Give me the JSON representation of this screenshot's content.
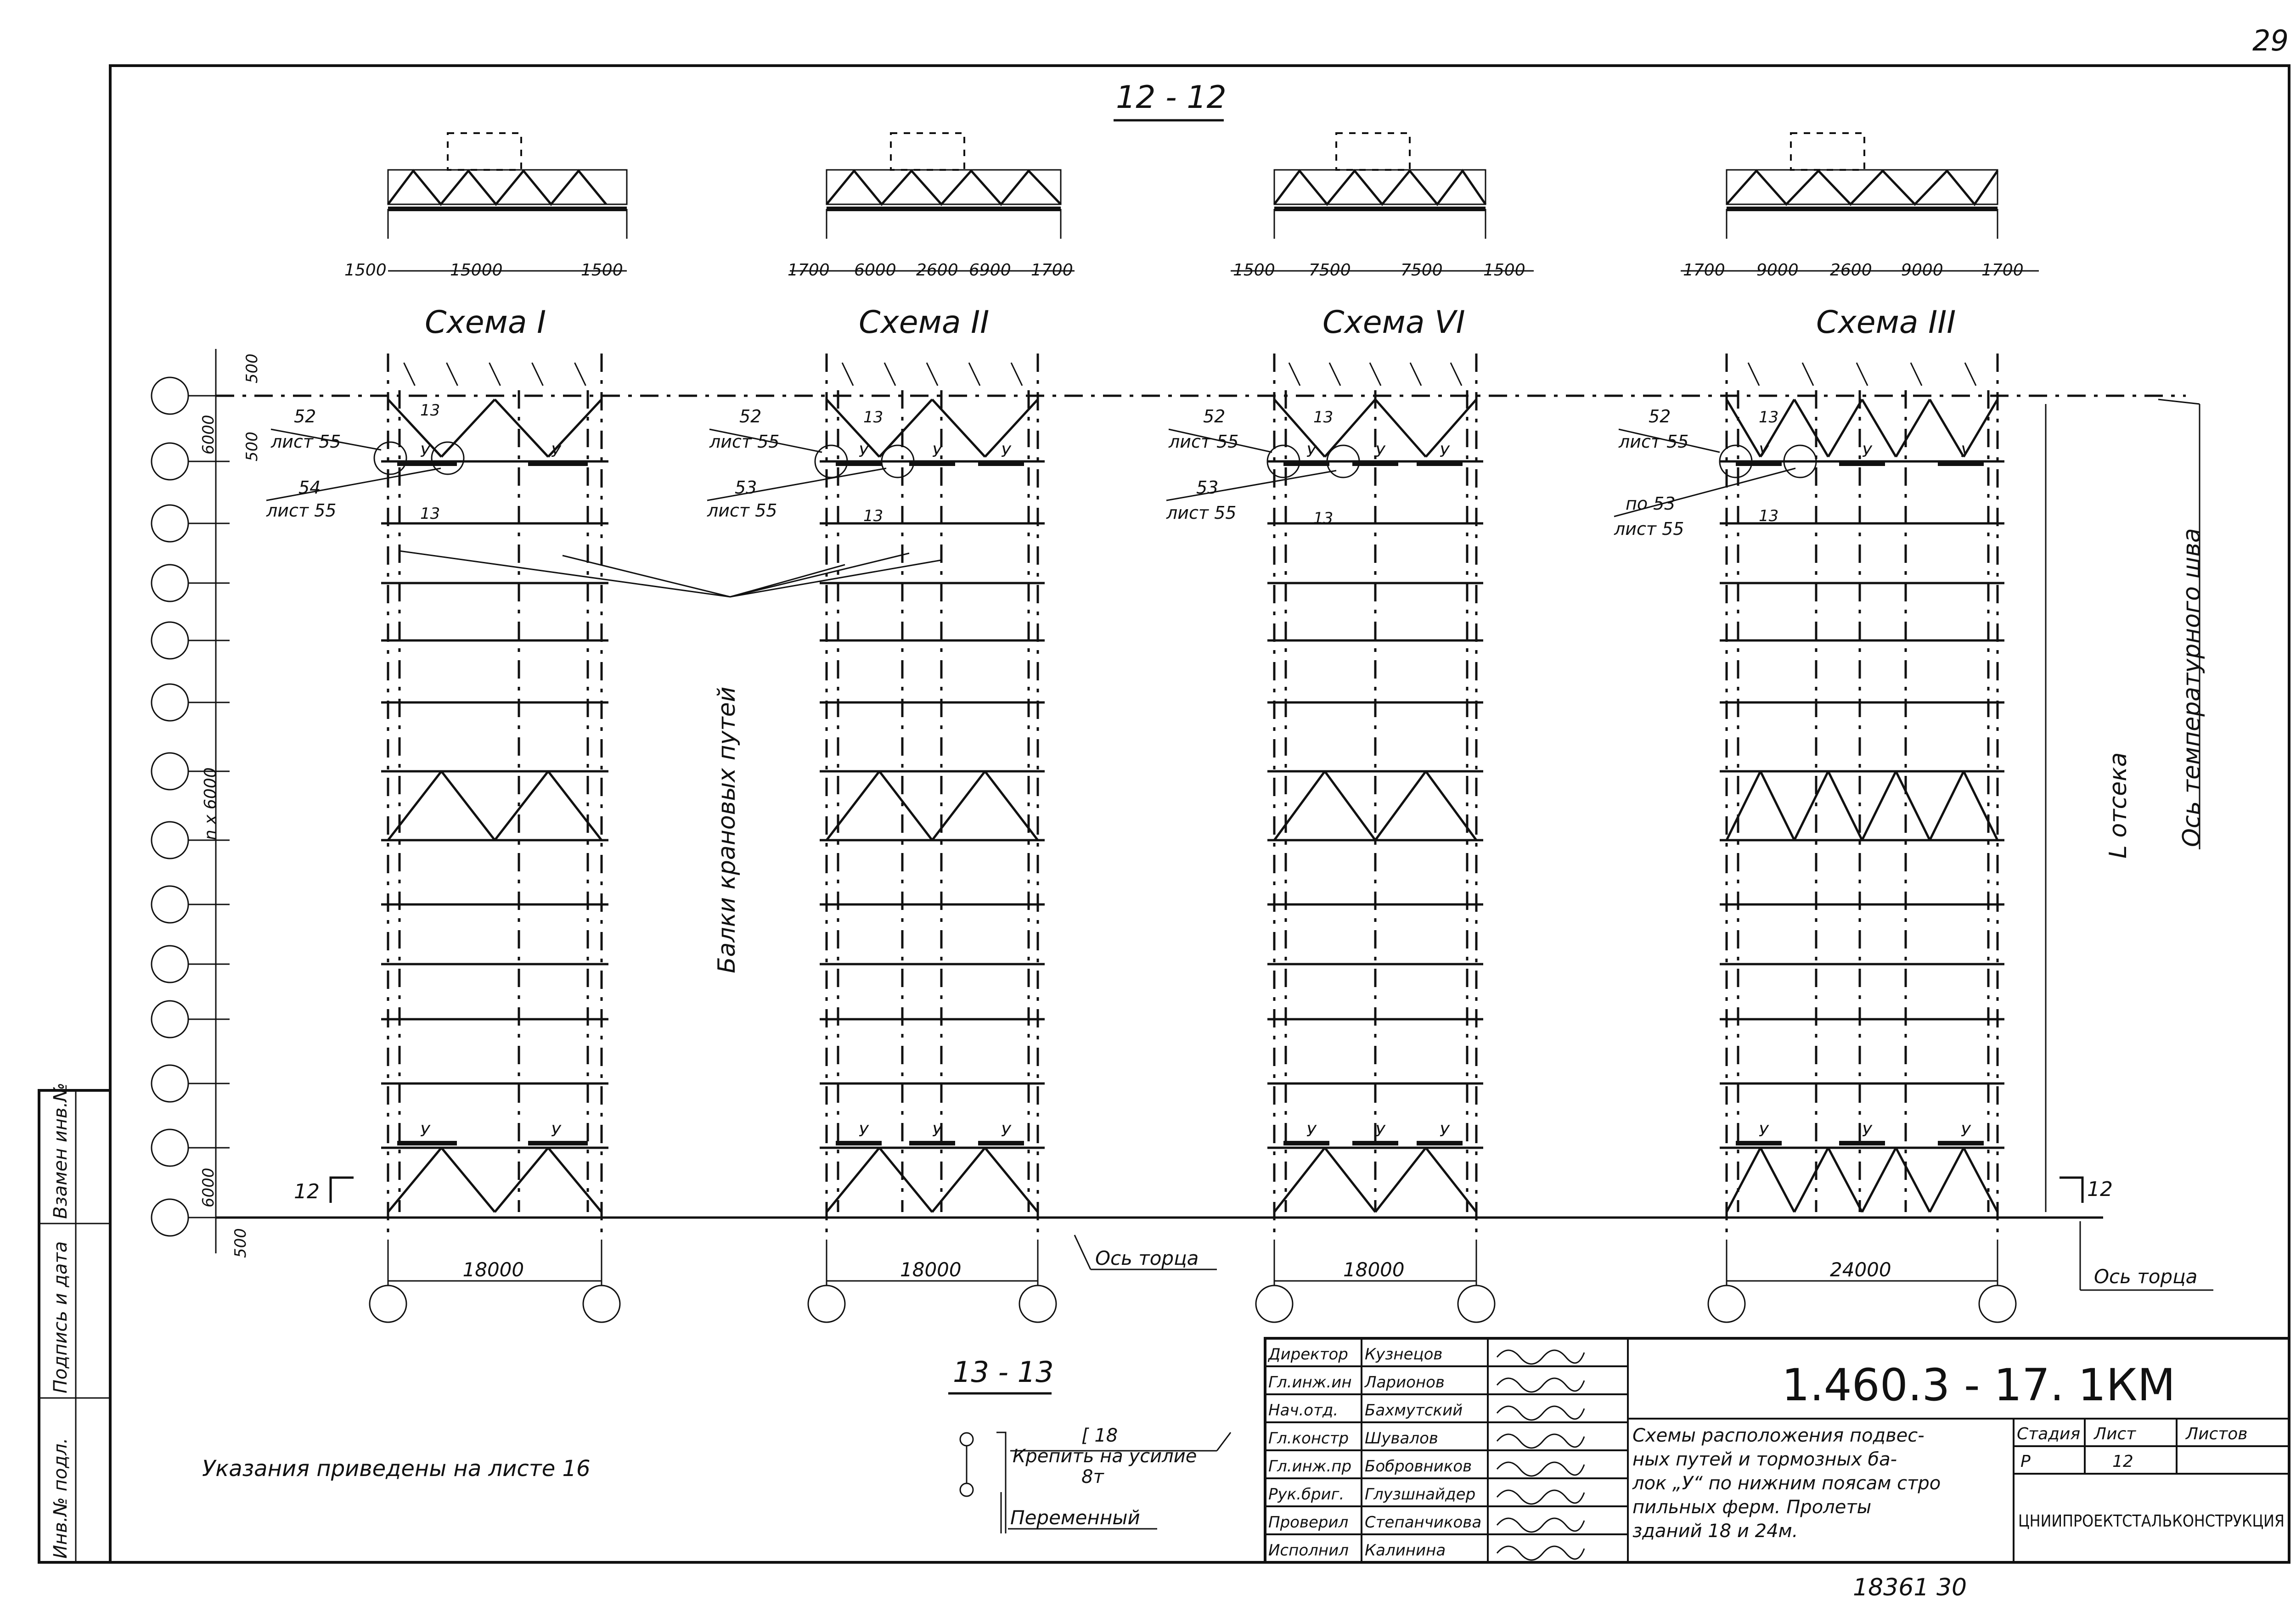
{
  "page_number": "29",
  "section_top": "12 - 12",
  "schemes": [
    {
      "name": "Схема I",
      "dims": [
        "1500",
        "15000",
        "1500"
      ],
      "width_label": "18000"
    },
    {
      "name": "Схема II",
      "dims": [
        "1700",
        "6000",
        "2600",
        "6900",
        "1700"
      ],
      "width_label": "18000"
    },
    {
      "name": "Схема VI",
      "dims": [
        "1500",
        "7500",
        "7500",
        "1500"
      ],
      "width_label": "18000"
    },
    {
      "name": "Схема III",
      "dims": [
        "1700",
        "9000",
        "2600",
        "9000",
        "1700"
      ],
      "width_label": "24000"
    }
  ],
  "callouts": {
    "s1": {
      "top": "52",
      "top_sheet": "лист 55",
      "bottom": "54",
      "bottom_sheet": "лист 55",
      "cut": "13"
    },
    "s2": {
      "top": "52",
      "top_sheet": "лист 55",
      "bottom": "53",
      "bottom_sheet": "лист 55",
      "cut": "13"
    },
    "s3": {
      "top": "52",
      "top_sheet": "лист 55",
      "bottom": "53",
      "bottom_sheet": "лист 55",
      "cut": "13"
    },
    "s4": {
      "top": "52",
      "top_sheet": "лист 55",
      "bottom": "по 53",
      "bottom_sheet": "лист 55",
      "cut": "13"
    }
  },
  "beam_mark": "У",
  "left_dims": {
    "top_500": "500",
    "top_6000": "6000",
    "top_500b": "500",
    "middle": "n x 6000",
    "bottom_6000": "6000",
    "bottom_500": "500"
  },
  "crane_beams_label": "Балки крановых путей",
  "compartment_label": "L отсека",
  "temp_joint_label": "Ось температурного шва",
  "end_axis_label": "Ось торца",
  "section_mark": "12",
  "section_bottom": {
    "title": "13 - 13",
    "profile": "[ 18",
    "force_line1": "Крепить на усилие",
    "force_line2": "8т",
    "variable": "Переменный"
  },
  "note": "Указания   приведены   на   листе  16",
  "side_stamp": [
    "Инв.№ подл.",
    "Подпись и дата",
    "Взамен инв.№"
  ],
  "title_block": {
    "code": "1.460.3 - 17. 1КМ",
    "description": [
      "Схемы расположения подвес-",
      "ных путей и тормозных ба-",
      "лок „У“ по нижним поясам стро",
      "пильных ферм. Пролеты",
      "зданий  18 и 24м."
    ],
    "stage_label": "Стадия",
    "sheet_label": "Лист",
    "sheets_label": "Листов",
    "stage": "Р",
    "sheet": "12",
    "sheets": "",
    "org": "ЦНИИПРОЕКТСТАЛЬКОНСТРУКЦИЯ",
    "staff": [
      {
        "role": "Директор",
        "name": "Кузнецов"
      },
      {
        "role": "Гл.инж.ин",
        "name": "Ларионов"
      },
      {
        "role": "Нач.отд.",
        "name": "Бахмутский"
      },
      {
        "role": "Гл.констр",
        "name": "Шувалов"
      },
      {
        "role": "Гл.инж.пр",
        "name": "Бобровников"
      },
      {
        "role": "Рук.бриг.",
        "name": "Глузшнайдер"
      },
      {
        "role": "Проверил",
        "name": "Степанчикова"
      },
      {
        "role": "Исполнил",
        "name": "Калинина"
      }
    ]
  },
  "footer": "18361  30"
}
